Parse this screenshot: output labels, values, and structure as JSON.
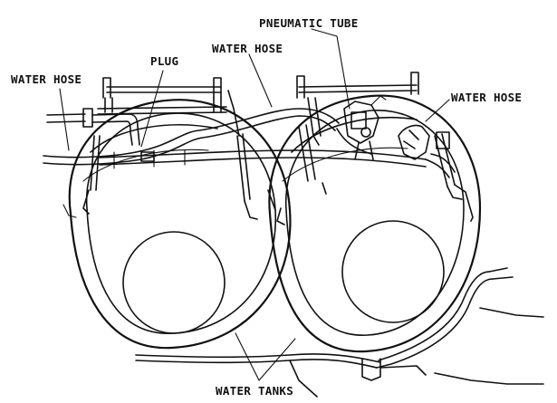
{
  "labels": {
    "water_hose_left": "WATER HOSE",
    "plug": "PLUG",
    "water_hose_top": "WATER HOSE",
    "pneumatic_tube": "PNEUMATIC TUBE",
    "water_hose_right": "WATER HOSE",
    "water_tanks": "WATER TANKS"
  },
  "colors": {
    "ink": "#111111",
    "background": "#ffffff"
  }
}
